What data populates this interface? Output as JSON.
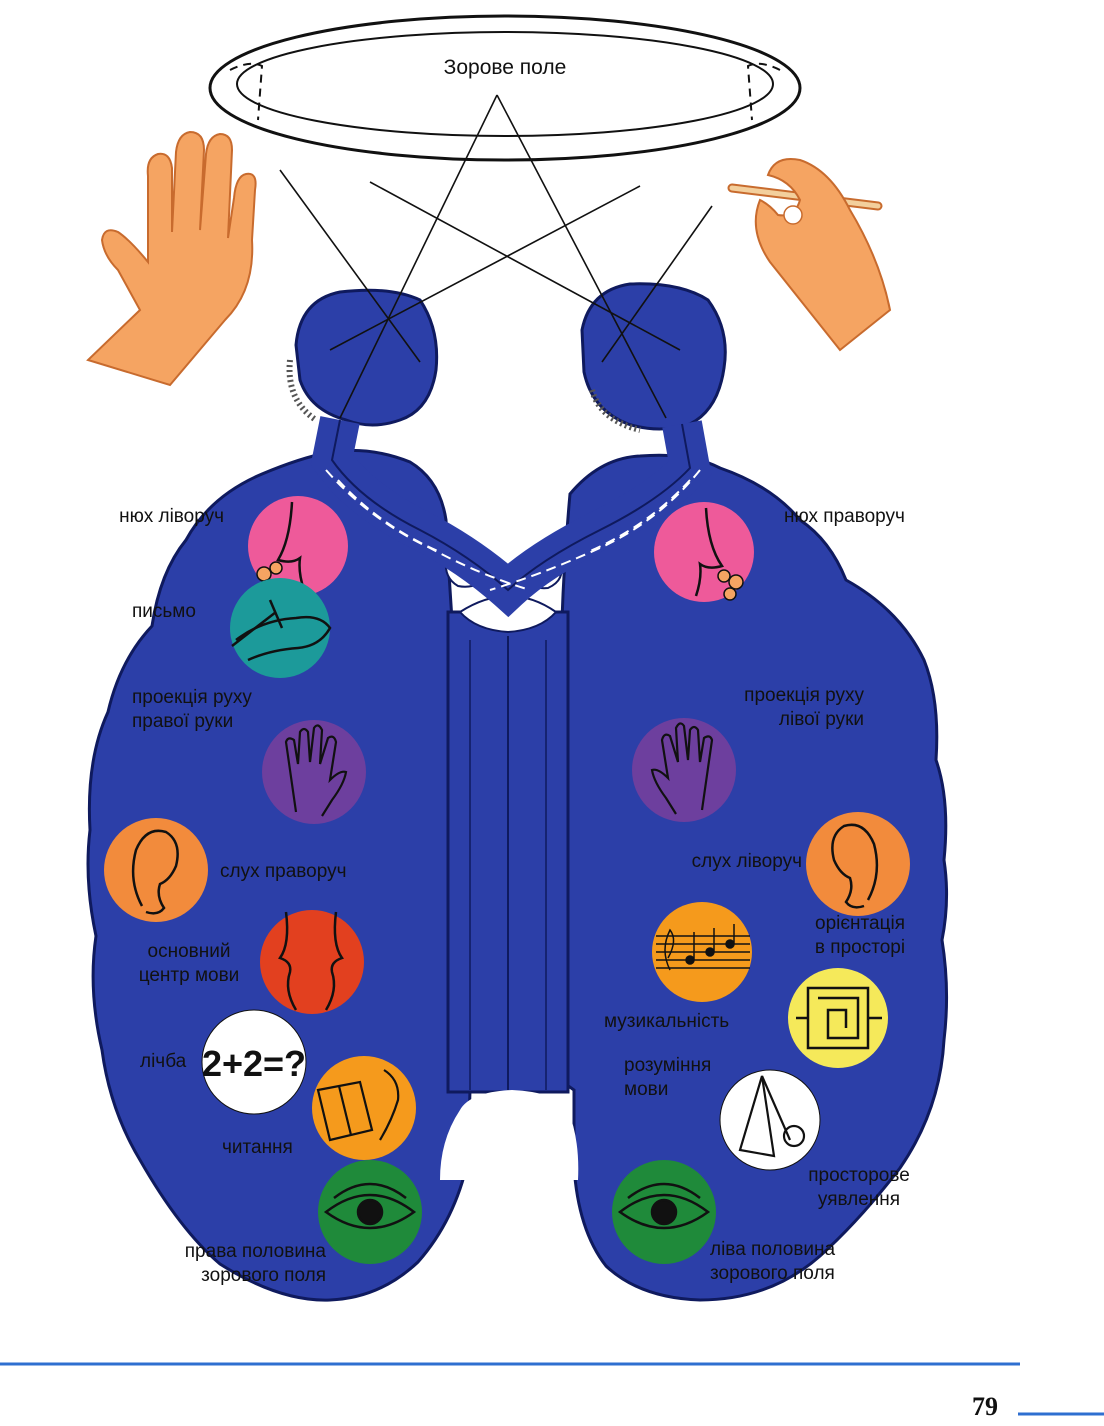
{
  "title": "Зорове поле",
  "labels": {
    "smell_left": "нюх ліворуч",
    "smell_right": "нюх праворуч",
    "writing": "письмо",
    "right_hand_projection": [
      "проекція руху",
      "правої руки"
    ],
    "left_hand_projection": [
      "проекція руху",
      "лівої руки"
    ],
    "hearing_right": "слух праворуч",
    "hearing_left": "слух ліворуч",
    "speech_center": [
      "основний",
      "центр мови"
    ],
    "spatial_orientation": [
      "орієнтація",
      "в просторі"
    ],
    "counting": "лічба",
    "musicality": "музикальність",
    "speech_understanding": [
      "розуміння",
      "мови"
    ],
    "reading": "читання",
    "spatial_imagination": [
      "просторове",
      "уявлення"
    ],
    "right_visual_half": [
      "права половина",
      "зорового поля"
    ],
    "left_visual_half": [
      "ліва половина",
      "зорового поля"
    ]
  },
  "counting_symbol": "2+2=?",
  "page_number": "79",
  "colors": {
    "brain": "#2c3fa8",
    "brain_outline": "#0f1a5e",
    "hand": "#f5a462",
    "pink": "#ee5a9a",
    "teal": "#1c9a9a",
    "purple": "#6d3f9e",
    "orange": "#f28b3c",
    "red": "#e2401f",
    "amber": "#f59a1c",
    "yellow": "#f5e95a",
    "green": "#1f8a3a",
    "white": "#ffffff",
    "rule": "#2f6fd0"
  },
  "icons": [
    "nose-icon",
    "writing-hand-icon",
    "palm-icon",
    "ear-icon",
    "two-faces-icon",
    "music-notes-icon",
    "maze-icon",
    "book-reader-icon",
    "pyramid-sphere-icon",
    "eye-icon",
    "flower-icon",
    "raised-hand-icon",
    "pencil-hand-icon"
  ]
}
